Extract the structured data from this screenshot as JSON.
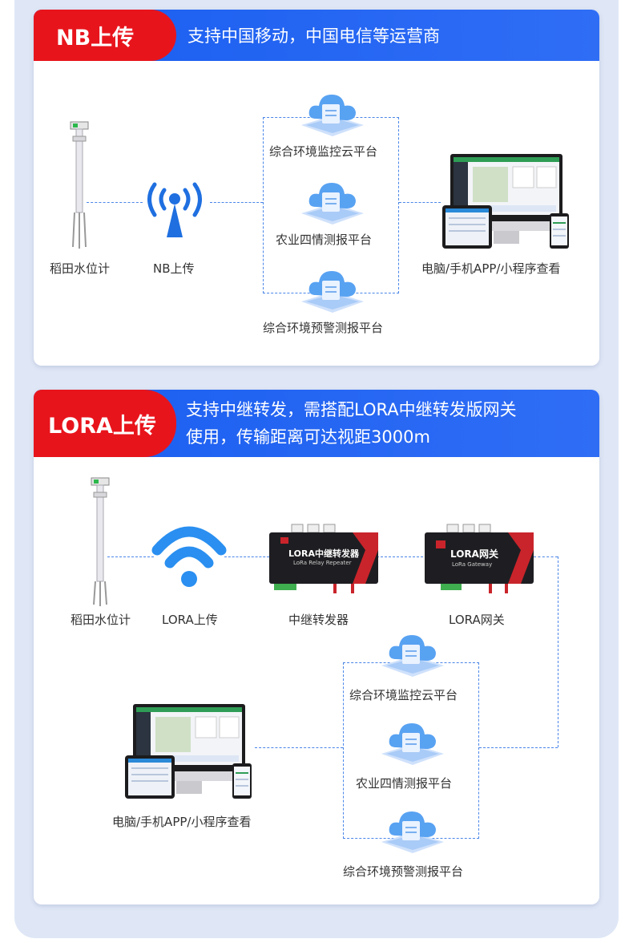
{
  "nb": {
    "tag": "NB上传",
    "desc": "支持中国移动，中国电信等运营商",
    "labels": {
      "sensor": "稻田水位计",
      "upload": "NB上传",
      "cloud1": "综合环境监控云平台",
      "cloud2": "农业四情测报平台",
      "cloud3": "综合环境预警测报平台",
      "devices": "电脑/手机APP/小程序查看"
    }
  },
  "lora": {
    "tag": "LORA上传",
    "desc_line1": "支持中继转发，需搭配LORA中继转发版网关",
    "desc_line2": "使用，传输距离可达视距3000m",
    "labels": {
      "sensor": "稻田水位计",
      "upload": "LORA上传",
      "repeater": "中继转发器",
      "gateway": "LORA网关",
      "cloud1": "综合环境监控云平台",
      "cloud2": "农业四情测报平台",
      "cloud3": "综合环境预警测报平台",
      "devices": "电脑/手机APP/小程序查看"
    },
    "repeater_title": "LORA中继转发器",
    "repeater_sub": "LoRa Relay Repeater",
    "gateway_title": "LORA网关",
    "gateway_sub": "LoRa Gateway"
  },
  "colors": {
    "blue": "#1a5ef0",
    "red": "#e8141c",
    "dash": "#4a86e8"
  }
}
